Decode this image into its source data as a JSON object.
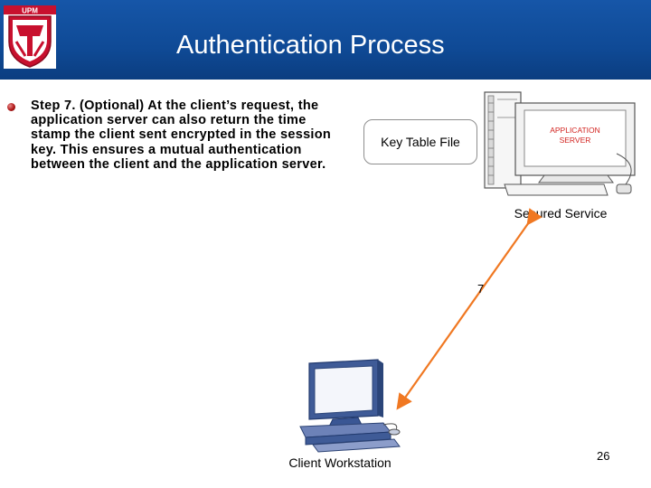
{
  "header": {
    "title": "Authentication Process",
    "logo_text": "UPM",
    "background": "#1656a8"
  },
  "content": {
    "step_text": "Step 7. (Optional) At the client’s request, the application server can also return the time stamp the client sent encrypted in the session key. This ensures a mutual authentication between the client and the application server."
  },
  "diagram": {
    "key_table_label": "Key Table File",
    "server_screen_line1": "APPLICATION",
    "server_screen_line2": "SERVER",
    "server_label": "Secured Service",
    "arrow_label": "7",
    "client_label": "Client Workstation",
    "arrow_color": "#f07822"
  },
  "footer": {
    "page_number": "26"
  }
}
